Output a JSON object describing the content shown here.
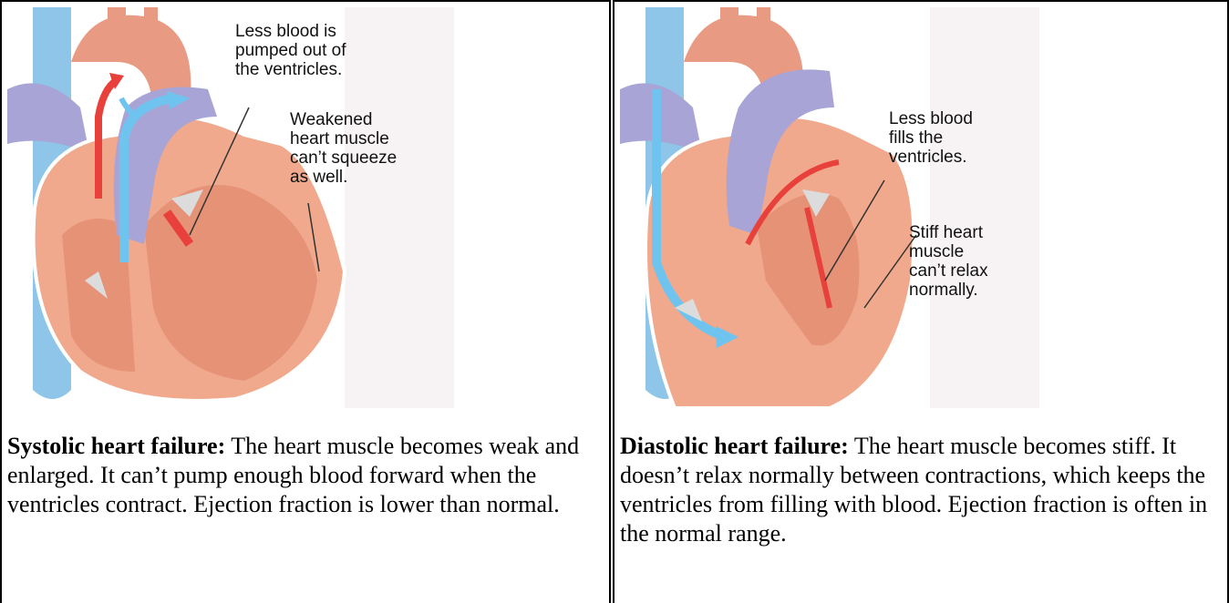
{
  "panels": [
    {
      "annotations": {
        "less_blood_pumped": "Less blood is\npumped out of\nthe ventricles.",
        "weakened_muscle": "Weakened\nheart muscle\ncan’t squeeze\nas well."
      },
      "caption_title": "Systolic heart failure:",
      "caption_text": " The heart muscle becomes weak and enlarged. It can’t pump enough blood forward when the ventricles contract. Ejection fraction is lower than normal."
    },
    {
      "annotations": {
        "less_blood_fills": "Less blood\nfills the\nventricles.",
        "stiff_muscle": "Stiff heart\nmuscle\ncan’t relax\nnormally."
      },
      "caption_title": "Diastolic heart failure:",
      "caption_text": " The heart muscle becomes stiff. It doesn’t relax normally between contractions, which keeps the ventricles from filling with blood. Ejection fraction is often in the normal range."
    }
  ],
  "colors": {
    "muscle": "#f0a98c",
    "muscle_dark": "#d97a5c",
    "vessel_blue": "#8ec5e8",
    "vessel_purple": "#a9a4d6",
    "artery_red": "#e0584a",
    "arrow_blue": "#6ec4ef",
    "arrow_red": "#e8403a"
  }
}
